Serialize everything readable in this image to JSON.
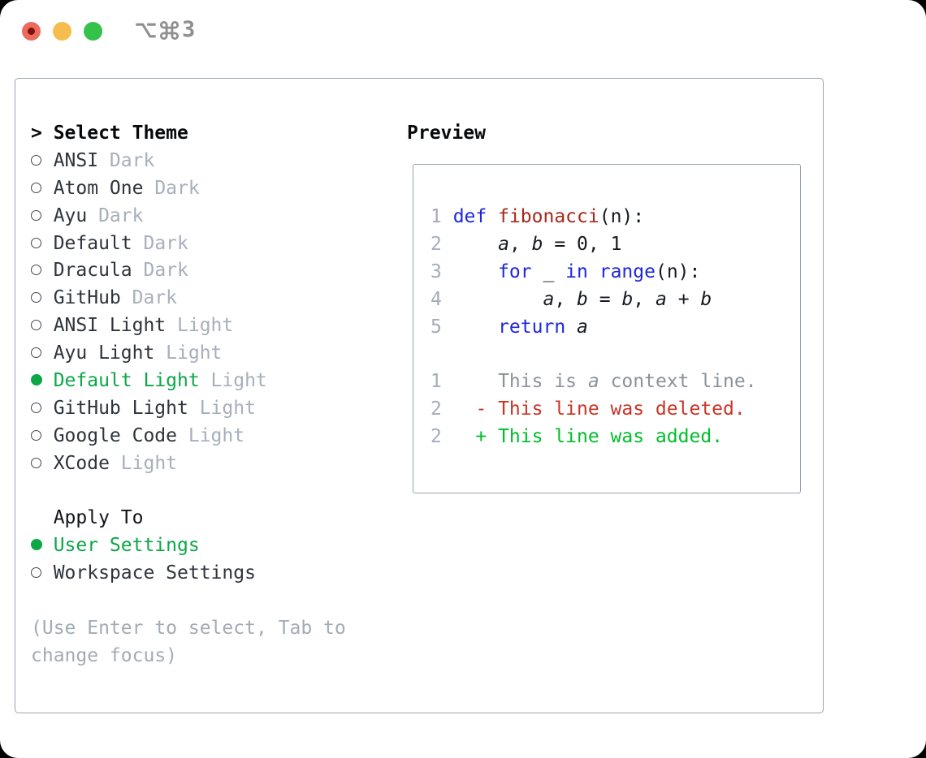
{
  "titlebar": {
    "shortcut_option": "⌥",
    "shortcut_command": "⌘",
    "shortcut_key": "3"
  },
  "select_theme": {
    "caret": ">",
    "label": "Select Theme"
  },
  "themes": [
    {
      "name": "ANSI",
      "variant": "Dark",
      "selected": false
    },
    {
      "name": "Atom One",
      "variant": "Dark",
      "selected": false
    },
    {
      "name": "Ayu",
      "variant": "Dark",
      "selected": false
    },
    {
      "name": "Default",
      "variant": "Dark",
      "selected": false
    },
    {
      "name": "Dracula",
      "variant": "Dark",
      "selected": false
    },
    {
      "name": "GitHub",
      "variant": "Dark",
      "selected": false
    },
    {
      "name": "ANSI Light",
      "variant": "Light",
      "selected": false
    },
    {
      "name": "Ayu Light",
      "variant": "Light",
      "selected": false
    },
    {
      "name": "Default Light",
      "variant": "Light",
      "selected": true
    },
    {
      "name": "GitHub Light",
      "variant": "Light",
      "selected": false
    },
    {
      "name": "Google Code",
      "variant": "Light",
      "selected": false
    },
    {
      "name": "XCode",
      "variant": "Light",
      "selected": false
    }
  ],
  "apply_to": {
    "label": "Apply To",
    "options": [
      {
        "label": "User Settings",
        "selected": true
      },
      {
        "label": "Workspace Settings",
        "selected": false
      }
    ]
  },
  "hint": {
    "line1": "(Use Enter to select, Tab to",
    "line2": "change focus)"
  },
  "preview": {
    "heading": "Preview",
    "code_lines": [
      {
        "num": "1",
        "tokens": [
          {
            "c": "kw",
            "t": "def"
          },
          {
            "c": "pl",
            "t": " "
          },
          {
            "c": "fn",
            "t": "fibonacci"
          },
          {
            "c": "pl",
            "t": "(n):"
          }
        ]
      },
      {
        "num": "2",
        "tokens": [
          {
            "c": "pl",
            "t": "    "
          },
          {
            "c": "va",
            "t": "a"
          },
          {
            "c": "pl",
            "t": ", "
          },
          {
            "c": "va",
            "t": "b"
          },
          {
            "c": "pl",
            "t": " = 0, 1"
          }
        ]
      },
      {
        "num": "3",
        "tokens": [
          {
            "c": "pl",
            "t": "    "
          },
          {
            "c": "kw",
            "t": "for"
          },
          {
            "c": "pl",
            "t": " _ "
          },
          {
            "c": "kw",
            "t": "in"
          },
          {
            "c": "pl",
            "t": " "
          },
          {
            "c": "kw",
            "t": "range"
          },
          {
            "c": "pl",
            "t": "(n):"
          }
        ]
      },
      {
        "num": "4",
        "tokens": [
          {
            "c": "pl",
            "t": "        "
          },
          {
            "c": "va",
            "t": "a"
          },
          {
            "c": "pl",
            "t": ", "
          },
          {
            "c": "va",
            "t": "b"
          },
          {
            "c": "pl",
            "t": " = "
          },
          {
            "c": "va",
            "t": "b"
          },
          {
            "c": "pl",
            "t": ", "
          },
          {
            "c": "va",
            "t": "a"
          },
          {
            "c": "pl",
            "t": " + "
          },
          {
            "c": "va",
            "t": "b"
          }
        ]
      },
      {
        "num": "5",
        "tokens": [
          {
            "c": "pl",
            "t": "    "
          },
          {
            "c": "kw",
            "t": "return"
          },
          {
            "c": "pl",
            "t": " "
          },
          {
            "c": "va",
            "t": "a"
          }
        ]
      }
    ],
    "diff_lines": [
      {
        "num": "1",
        "tokens": [
          {
            "c": "ctx",
            "t": "    This is "
          },
          {
            "c": "ctxit",
            "t": "a"
          },
          {
            "c": "ctx",
            "t": " context line."
          }
        ]
      },
      {
        "num": "2",
        "tokens": [
          {
            "c": "del",
            "t": "  - This line was deleted."
          }
        ]
      },
      {
        "num": "2",
        "tokens": [
          {
            "c": "add",
            "t": "  + This line was added."
          }
        ]
      }
    ]
  },
  "colors": {
    "accent_green": "#0ca747",
    "diff_added_green": "#00be2b",
    "diff_deleted_red": "#ca3424",
    "keyword_blue": "#1d27dd",
    "function_red": "#a6291a",
    "muted_gray": "#a6afbb",
    "border_gray": "#99a3ad",
    "traffic_red": "#ee6a5e",
    "traffic_yellow": "#f6bd4e",
    "traffic_green": "#35c24a"
  }
}
